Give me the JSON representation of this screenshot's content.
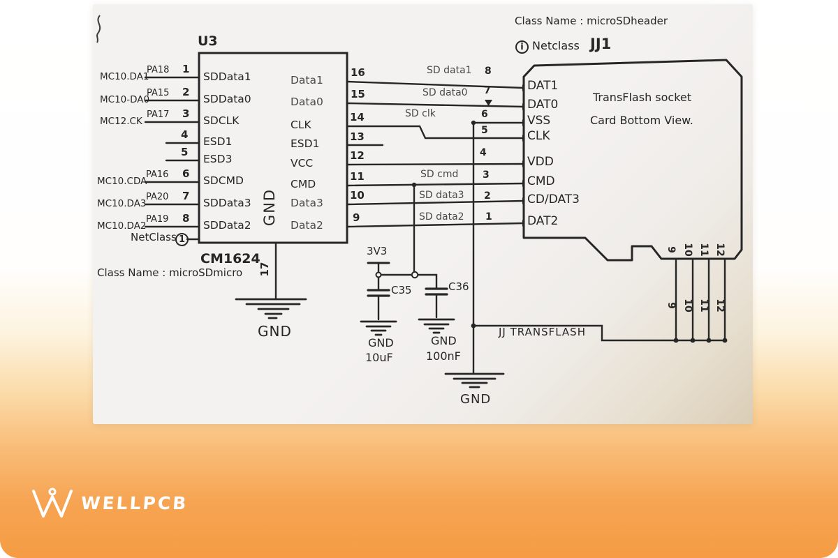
{
  "brand": {
    "name": "WELLPCB"
  },
  "u3": {
    "ref": "U3",
    "part": "CM1624",
    "class_name": "Class Name : microSDmicro",
    "netclass_label": "NetClass",
    "netclass_num": "1",
    "inner_gnd": "GND",
    "gnd_pin": "17",
    "gnd_symbol": "GND",
    "left_rows": [
      {
        "net": "MC10.DA1",
        "pa": "PA18",
        "num": "1",
        "name": "SDData1"
      },
      {
        "net": "MC10-DA0",
        "pa": "PA15",
        "num": "2",
        "name": "SDData0"
      },
      {
        "net": "MC12.CK",
        "pa": "PA17",
        "num": "3",
        "name": "SDCLK"
      },
      {
        "net": "",
        "pa": "",
        "num": "4",
        "name": "ESD1"
      },
      {
        "net": "",
        "pa": "",
        "num": "5",
        "name": "ESD3"
      },
      {
        "net": "MC10.CDA",
        "pa": "PA16",
        "num": "6",
        "name": "SDCMD"
      },
      {
        "net": "MC10.DA3",
        "pa": "PA20",
        "num": "7",
        "name": "SDData3"
      },
      {
        "net": "MC10.DA2",
        "pa": "PA19",
        "num": "8",
        "name": "SDData2"
      }
    ],
    "right_rows": [
      {
        "name": "Data1",
        "num": "16",
        "net": "SD data1"
      },
      {
        "name": "Data0",
        "num": "15",
        "net": "SD data0"
      },
      {
        "name": "CLK",
        "num": "14",
        "net": "SD clk"
      },
      {
        "name": "ESD1",
        "num": "13",
        "net": ""
      },
      {
        "name": "VCC",
        "num": "12",
        "net": ""
      },
      {
        "name": "CMD",
        "num": "11",
        "net": "SD cmd"
      },
      {
        "name": "Data3",
        "num": "10",
        "net": "SD data3"
      },
      {
        "name": "Data2",
        "num": "9",
        "net": "SD data2"
      }
    ]
  },
  "jj1": {
    "ref": "JJ1",
    "class_name": "Class Name : microSDheader",
    "netclass_icon": "i",
    "netclass_label": "Netclass",
    "title": "TransFlash socket",
    "subtitle": "Card Bottom View.",
    "pins": [
      {
        "num": "8",
        "name": "DAT1"
      },
      {
        "num": "7",
        "name": "DAT0"
      },
      {
        "num": "6",
        "name": "VSS"
      },
      {
        "num": "5",
        "name": "CLK"
      },
      {
        "num": "4",
        "name": "VDD"
      },
      {
        "num": "3",
        "name": "CMD"
      },
      {
        "num": "2",
        "name": "CD/DAT3"
      },
      {
        "num": "1",
        "name": "DAT2"
      }
    ],
    "bottom_pins": [
      "9",
      "10",
      "11",
      "12"
    ],
    "net_label": "JJ TRANSFLASH",
    "gnd_symbol": "GND"
  },
  "power": {
    "rail": "3V3",
    "caps": [
      {
        "ref": "C35",
        "gnd": "GND",
        "value": "10uF"
      },
      {
        "ref": "C36",
        "gnd": "GND",
        "value": "100nF"
      }
    ]
  }
}
